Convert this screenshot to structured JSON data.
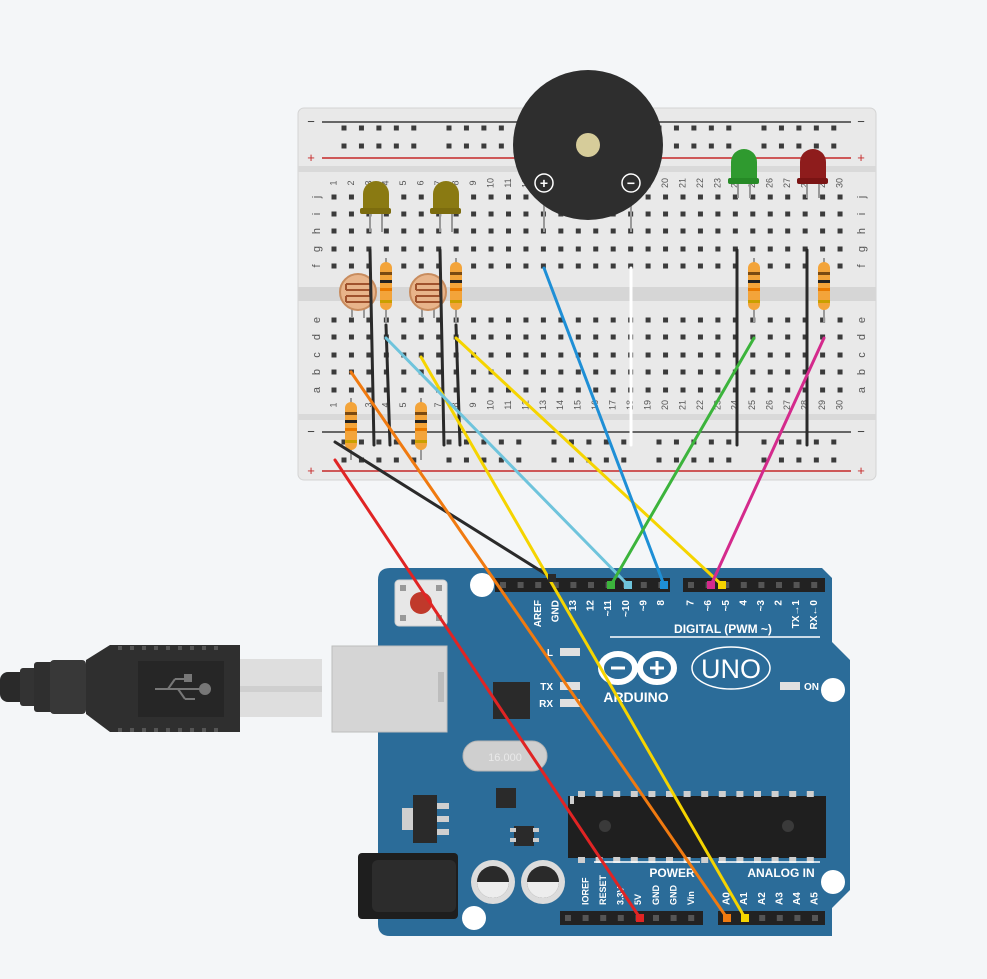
{
  "breadboard": {
    "rail_minus": "−",
    "rail_plus": "+",
    "row_letters_top": [
      "j",
      "i",
      "h",
      "g",
      "f"
    ],
    "row_letters_bottom": [
      "e",
      "d",
      "c",
      "b",
      "a"
    ],
    "column_numbers": [
      "1",
      "2",
      "3",
      "4",
      "5",
      "6",
      "7",
      "8",
      "9",
      "10",
      "11",
      "12",
      "13",
      "14",
      "15",
      "16",
      "17",
      "18",
      "19",
      "20",
      "21",
      "22",
      "23",
      "24",
      "25",
      "26",
      "27",
      "28",
      "29",
      "30"
    ]
  },
  "buzzer": {
    "plus": "+",
    "minus": "−"
  },
  "arduino": {
    "logo_text": "ARDUINO",
    "model": "UNO",
    "digital_header": "DIGITAL (PWM ~)",
    "digital_pins": [
      "AREF",
      "GND",
      "13",
      "12",
      "~11",
      "~10",
      "~9",
      "8",
      "7",
      "~6",
      "~5",
      "4",
      "~3",
      "2",
      "TX→1",
      "RX←0"
    ],
    "power_header": "POWER",
    "power_pins": [
      "IOREF",
      "RESET",
      "3.3V",
      "5V",
      "GND",
      "GND",
      "Vin"
    ],
    "analog_header": "ANALOG IN",
    "analog_pins": [
      "A0",
      "A1",
      "A2",
      "A3",
      "A4",
      "A5"
    ],
    "led_l": "L",
    "led_tx": "TX",
    "led_rx": "RX",
    "on_label": "ON",
    "crystal_text": "16.000"
  },
  "colors": {
    "board_blue": "#2b6c99",
    "breadboard": "#e9e9e9",
    "wire_red": "#e02424",
    "wire_black": "#2a2a2a",
    "wire_orange": "#f07a10",
    "wire_yellow": "#f5d400",
    "wire_lightblue": "#6fc4dc",
    "wire_blue": "#1e8fd6",
    "wire_green": "#3cb43c",
    "wire_magenta": "#d42a8c",
    "wire_white": "#ffffff",
    "led_yellow": "#8a7a12",
    "led_green": "#2f9a2f",
    "led_red": "#8e1c1c"
  },
  "components": [
    {
      "name": "photoresistor-1",
      "type": "photoresistor"
    },
    {
      "name": "photoresistor-2",
      "type": "photoresistor"
    },
    {
      "name": "led-yellow-1",
      "type": "led",
      "color": "yellow"
    },
    {
      "name": "led-yellow-2",
      "type": "led",
      "color": "yellow"
    },
    {
      "name": "led-green",
      "type": "led",
      "color": "green"
    },
    {
      "name": "led-red",
      "type": "led",
      "color": "red"
    },
    {
      "name": "piezo-buzzer",
      "type": "buzzer"
    },
    {
      "name": "usb-cable-icon",
      "type": "usb"
    }
  ]
}
